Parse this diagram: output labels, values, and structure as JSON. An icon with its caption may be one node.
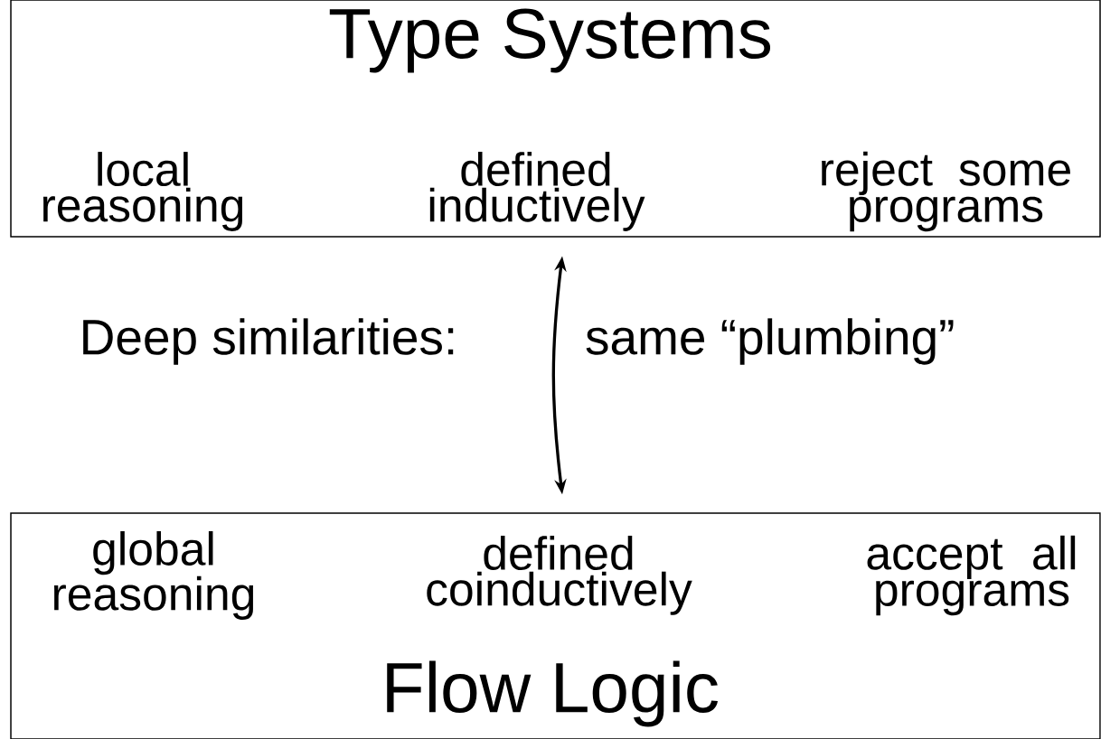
{
  "diagram": {
    "nodes": [
      {
        "text": [
          "Type Systems",
          "local reasoning",
          "defined inductively",
          "reject some programs"
        ]
      },
      {
        "text": [
          "global reasoning",
          "defined coinductively",
          "accept all programs",
          "Flow Logic"
        ]
      }
    ],
    "edges": [
      {
        "from": 0,
        "to": 1,
        "arrow": "both",
        "label": "same “plumbing”"
      }
    ],
    "labels": [
      "Deep similarities:"
    ]
  }
}
